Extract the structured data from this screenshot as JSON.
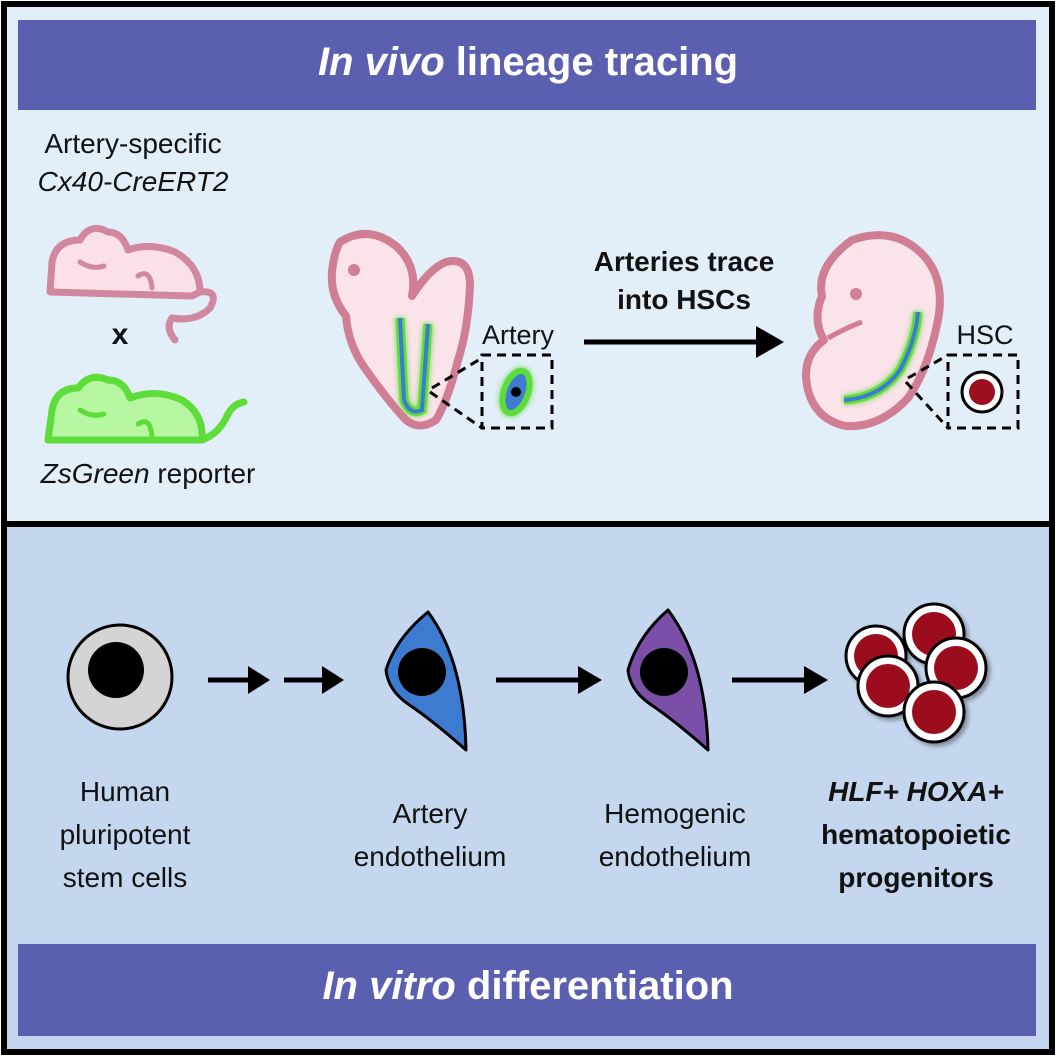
{
  "top_panel": {
    "title_italic": "In vivo",
    "title_rest": " lineage tracing",
    "mouse_line_1": "Artery-specific",
    "mouse_line_2": "Cx40-CreERT2",
    "cross_symbol": "x",
    "reporter_italic": "ZsGreen",
    "reporter_rest": " reporter",
    "artery_label": "Artery",
    "arrow_label_1": "Arteries trace",
    "arrow_label_2": "into HSCs",
    "hsc_label": "HSC"
  },
  "bottom_panel": {
    "title_italic": "In vitro",
    "title_rest": " differentiation",
    "stages": [
      {
        "lines": [
          "Human",
          "pluripotent",
          "stem cells"
        ]
      },
      {
        "lines": [
          "Artery",
          "endothelium"
        ]
      },
      {
        "lines": [
          "Hemogenic",
          "endothelium"
        ]
      },
      {
        "lines_italic": [
          "HLF+",
          "HOXA+"
        ],
        "lines": [
          "hematopoietic",
          "progenitors"
        ]
      }
    ]
  },
  "colors": {
    "banner": "#5b5fb0",
    "top_bg": "#e2eef8",
    "bottom_bg": "#c5d7ee",
    "embryo_fill": "#fbe3ea",
    "embryo_stroke": "#cf7e94",
    "mouse_pink_fill": "#fbe0e8",
    "mouse_pink_stroke": "#d088a0",
    "mouse_green_fill": "#b8f7a2",
    "mouse_green_stroke": "#5ddc3a",
    "artery_blue": "#3d7bd0",
    "hemogenic_purple": "#7b4fa8",
    "progenitor_red": "#9b0f1e",
    "stem_gray": "#d4d4d4"
  }
}
